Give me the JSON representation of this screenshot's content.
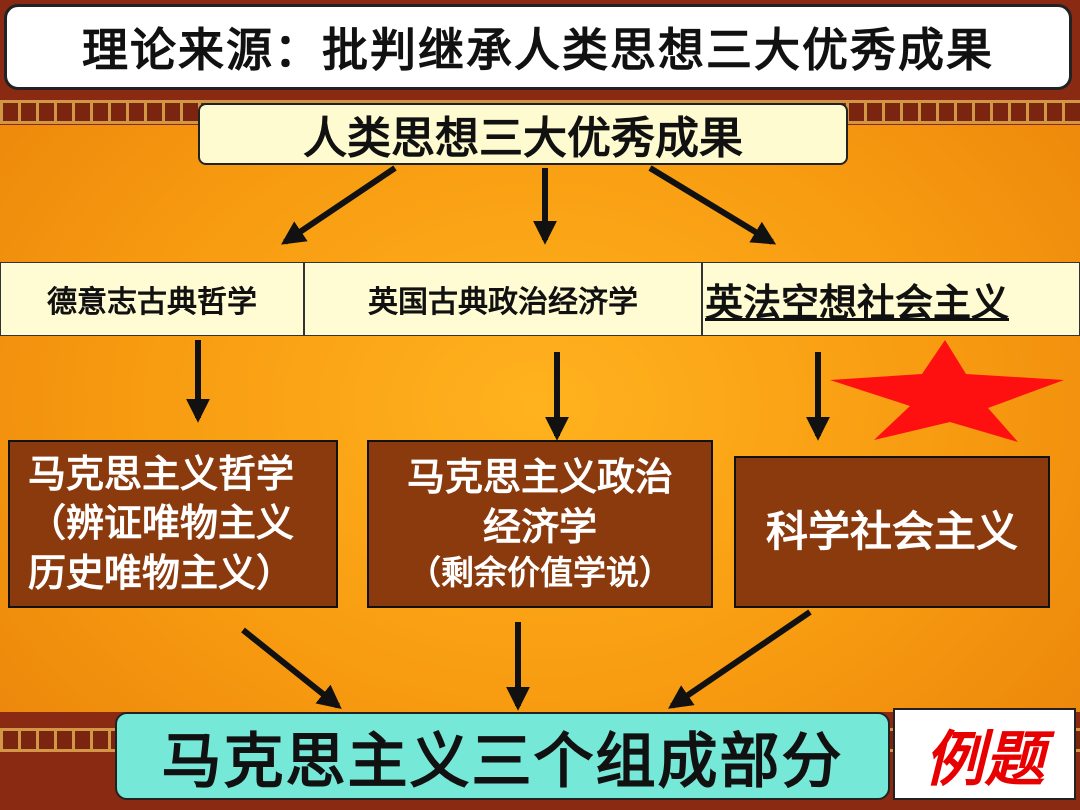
{
  "title": "理论来源：批判继承人类思想三大优秀成果",
  "source_root": "人类思想三大优秀成果",
  "sources": [
    "德意志古典哲学",
    "英国古典政治经济学",
    "英法空想社会主义"
  ],
  "components": {
    "philosophy": {
      "line1": "马克思主义哲学",
      "line2": "（辨证唯物主义",
      "line3": "历史唯物主义）"
    },
    "economics": {
      "line1": "马克思主义政治",
      "line2": "经济学",
      "line3": "（剩余价值学说）"
    },
    "socialism": {
      "line1": "科学社会主义"
    }
  },
  "result": "马克思主义三个组成部分",
  "example_label": "例题",
  "colors": {
    "star": "#ff1010",
    "component_bg": "#8b3a0e",
    "result_bg": "#75e8d8",
    "source_bg": "#fffbd2"
  }
}
